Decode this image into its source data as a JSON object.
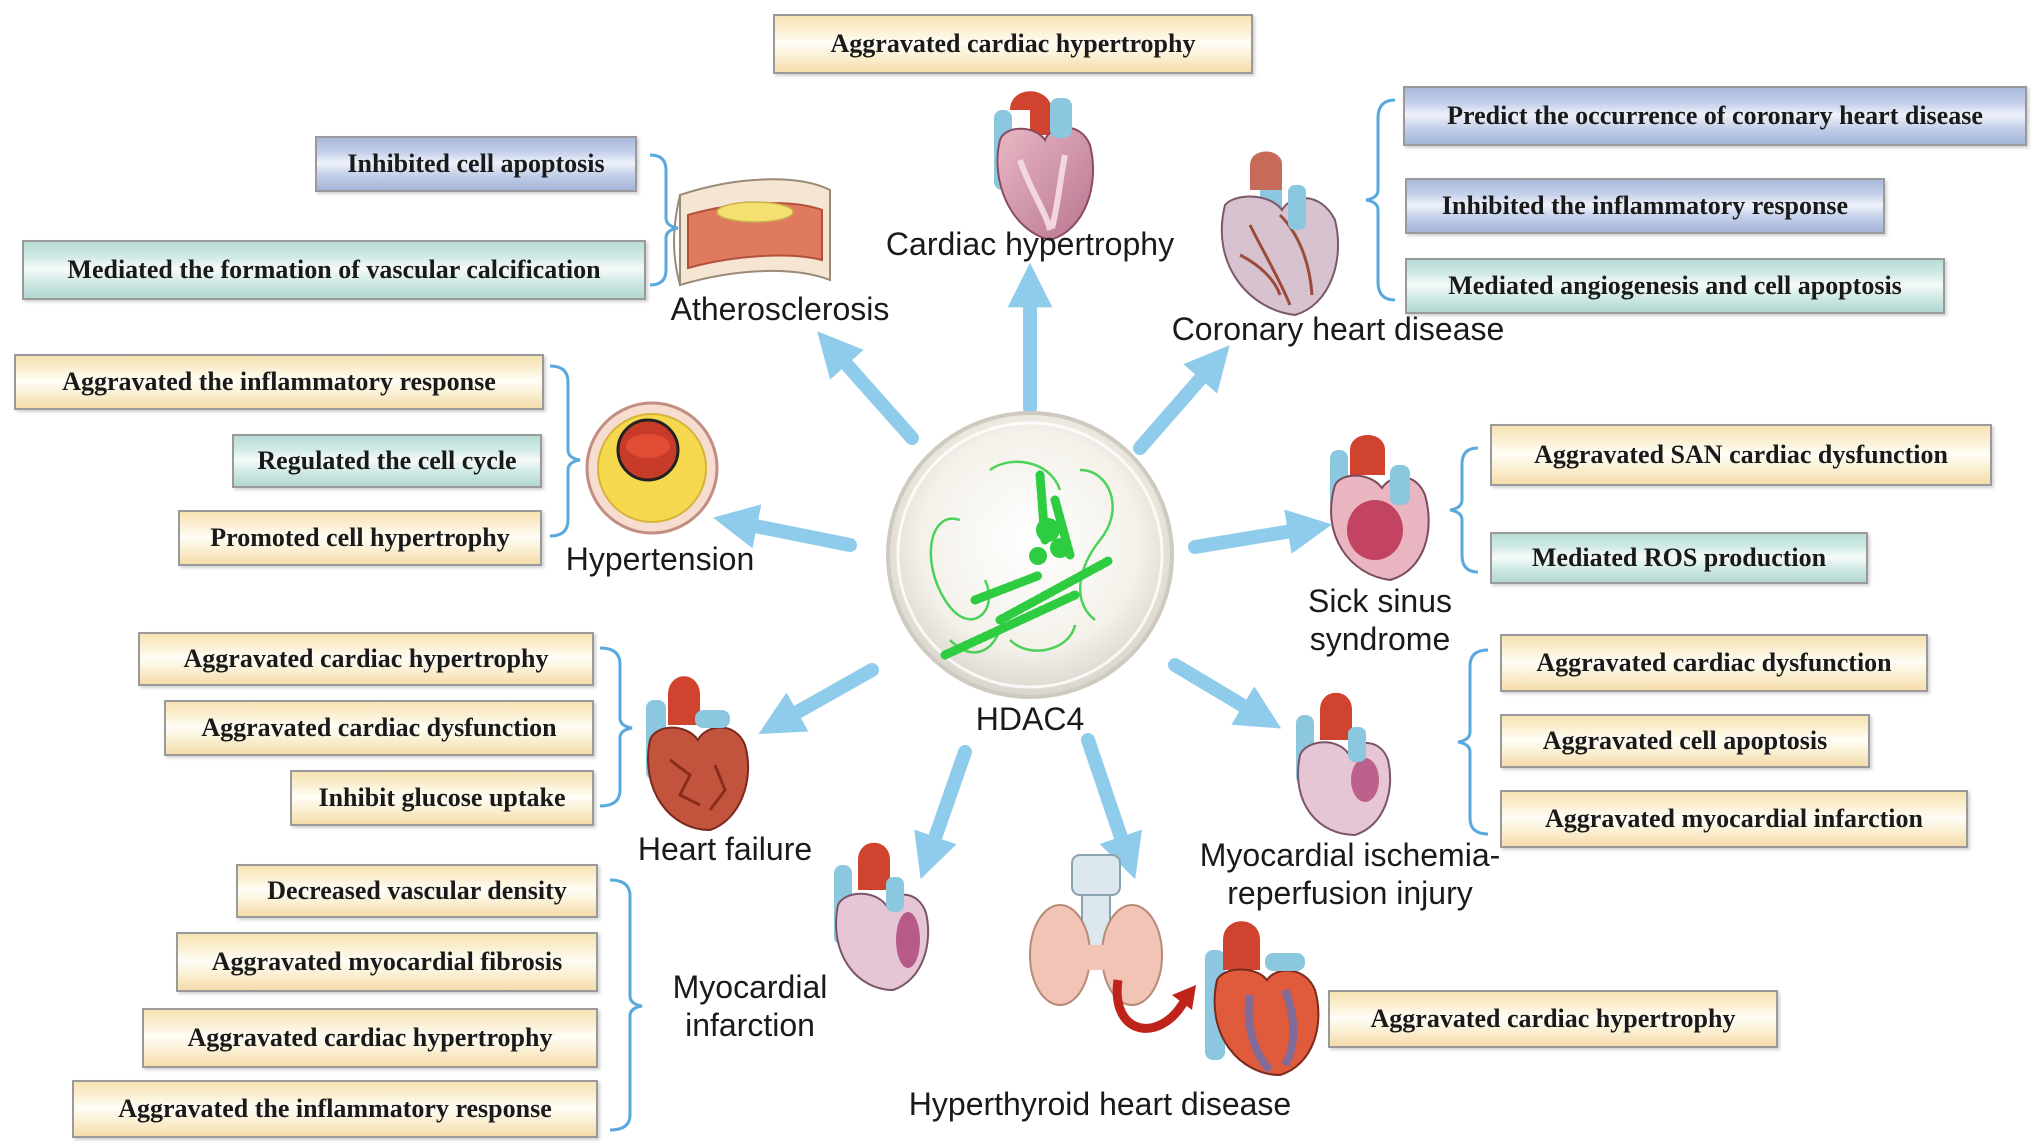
{
  "center": {
    "label": "HDAC4"
  },
  "diseases": {
    "cardiac_hypertrophy": {
      "label": "Cardiac hypertrophy",
      "effects": [
        "Aggravated  cardiac hypertrophy"
      ]
    },
    "atherosclerosis": {
      "label": "Atherosclerosis",
      "effects": [
        "Inhibited cell apoptosis",
        "Mediated  the formation of vascular calcification"
      ]
    },
    "coronary_heart_disease": {
      "label": "Coronary heart disease",
      "effects": [
        "Predict the occurrence of coronary heart disease",
        "Inhibited the inflammatory response",
        "Mediated angiogenesis and cell apoptosis"
      ]
    },
    "hypertension": {
      "label": "Hypertension",
      "effects": [
        "Aggravated  the inflammatory response",
        "Regulated the cell cycle",
        "Promoted cell hypertrophy"
      ]
    },
    "sick_sinus_syndrome": {
      "label_line1": "Sick sinus",
      "label_line2": "syndrome",
      "effects": [
        "Aggravated  SAN cardiac dysfunction",
        "Mediated ROS production"
      ]
    },
    "heart_failure": {
      "label": "Heart failure",
      "effects": [
        "Aggravated  cardiac hypertrophy",
        "Aggravated cardiac dysfunction",
        "Inhibit glucose uptake"
      ]
    },
    "myocardial_ischemia": {
      "label_line1": "Myocardial ischemia-",
      "label_line2": "reperfusion injury",
      "effects": [
        "Aggravated cardiac dysfunction",
        "Aggravated cell  apoptosis",
        "Aggravated myocardial infarction"
      ]
    },
    "myocardial_infarction": {
      "label_line1": "Myocardial",
      "label_line2": "infarction",
      "effects": [
        "Decreased vascular density",
        "Aggravated myocardial fibrosis",
        "Aggravated  cardiac hypertrophy",
        "Aggravated  the inflammatory response"
      ]
    },
    "hyperthyroid_heart_disease": {
      "label": "Hyperthyroid heart disease",
      "effects": [
        "Aggravated  cardiac hypertrophy"
      ]
    }
  },
  "colors": {
    "arrow": "#8fcbea",
    "bracket": "#5aa9dd",
    "box_yellow": "#fbf1d6",
    "box_teal": "#d3ebe7",
    "box_purple": "#c6d1ea",
    "protein": "#2ecc40",
    "heart_red": "#d0432e",
    "vessel_blue": "#8cc7e0"
  }
}
